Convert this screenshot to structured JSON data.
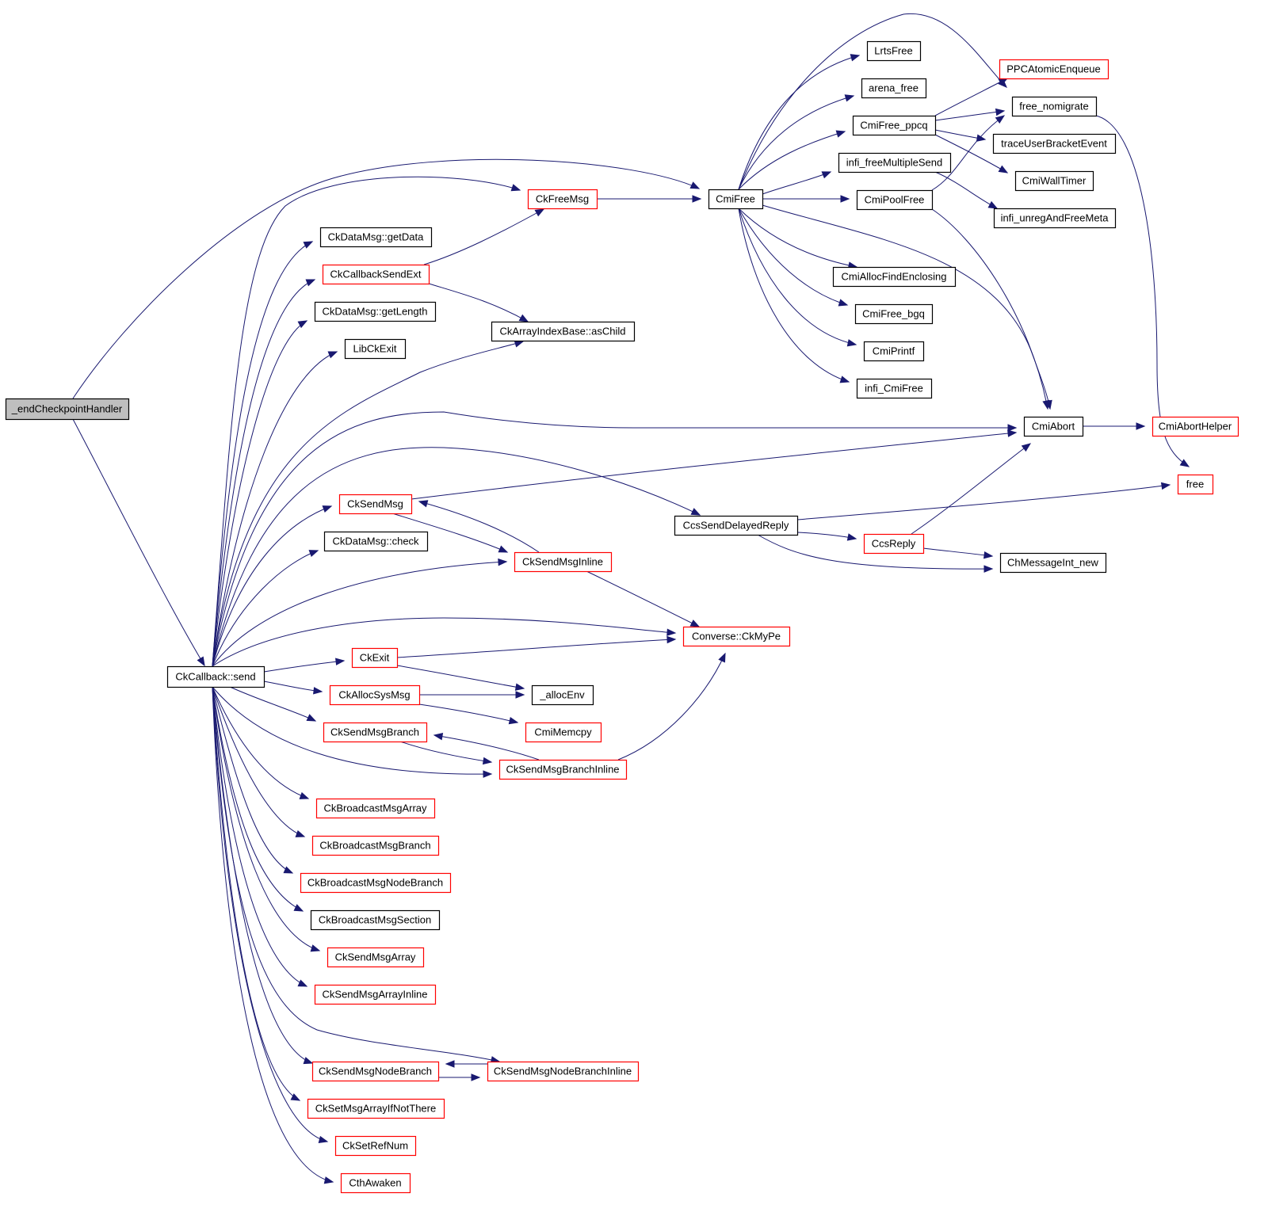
{
  "graph": {
    "title": "_endCheckpointHandler call graph",
    "colors": {
      "edge": "#191970",
      "documented_border": "#000000",
      "undocumented_border": "#ff0000",
      "root_fill": "#bfbfbf",
      "node_fill": "#ffffff"
    },
    "nodes": [
      {
        "id": "n_root",
        "label": "_endCheckpointHandler",
        "style": "root"
      },
      {
        "id": "n_cbsend",
        "label": "CkCallback::send",
        "style": "black"
      },
      {
        "id": "n_freemsg",
        "label": "CkFreeMsg",
        "style": "red"
      },
      {
        "id": "n_cmifree",
        "label": "CmiFree",
        "style": "black"
      },
      {
        "id": "n_getdata",
        "label": "CkDataMsg::getData",
        "style": "black"
      },
      {
        "id": "n_cbsendext",
        "label": "CkCallbackSendExt",
        "style": "red"
      },
      {
        "id": "n_getlength",
        "label": "CkDataMsg::getLength",
        "style": "black"
      },
      {
        "id": "n_aschild",
        "label": "CkArrayIndexBase::asChild",
        "style": "black"
      },
      {
        "id": "n_libckexit",
        "label": "LibCkExit",
        "style": "black"
      },
      {
        "id": "n_lrtsfree",
        "label": "LrtsFree",
        "style": "black"
      },
      {
        "id": "n_arenafree",
        "label": "arena_free",
        "style": "black"
      },
      {
        "id": "n_ppcq",
        "label": "CmiFree_ppcq",
        "style": "black"
      },
      {
        "id": "n_ppcenq",
        "label": "PPCAtomicEnqueue",
        "style": "red"
      },
      {
        "id": "n_freenomig",
        "label": "free_nomigrate",
        "style": "black"
      },
      {
        "id": "n_tracebracket",
        "label": "traceUserBracketEvent",
        "style": "black"
      },
      {
        "id": "n_walltimer",
        "label": "CmiWallTimer",
        "style": "black"
      },
      {
        "id": "n_freemulti",
        "label": "infi_freeMultipleSend",
        "style": "black"
      },
      {
        "id": "n_poolfree",
        "label": "CmiPoolFree",
        "style": "black"
      },
      {
        "id": "n_unregfree",
        "label": "infi_unregAndFreeMeta",
        "style": "black"
      },
      {
        "id": "n_allocfind",
        "label": "CmiAllocFindEnclosing",
        "style": "black"
      },
      {
        "id": "n_freebgq",
        "label": "CmiFree_bgq",
        "style": "black"
      },
      {
        "id": "n_cmiprintf",
        "label": "CmiPrintf",
        "style": "black"
      },
      {
        "id": "n_inficmifree",
        "label": "infi_CmiFree",
        "style": "black"
      },
      {
        "id": "n_cmiabort",
        "label": "CmiAbort",
        "style": "black"
      },
      {
        "id": "n_aborthelper",
        "label": "CmiAbortHelper",
        "style": "red"
      },
      {
        "id": "n_free",
        "label": "free",
        "style": "red"
      },
      {
        "id": "n_cksendmsg",
        "label": "CkSendMsg",
        "style": "red"
      },
      {
        "id": "n_ccsdelayed",
        "label": "CcsSendDelayedReply",
        "style": "black"
      },
      {
        "id": "n_check",
        "label": "CkDataMsg::check",
        "style": "black"
      },
      {
        "id": "n_sendmsginline",
        "label": "CkSendMsgInline",
        "style": "red"
      },
      {
        "id": "n_ccsreply",
        "label": "CcsReply",
        "style": "red"
      },
      {
        "id": "n_chmsgnew",
        "label": "ChMessageInt_new",
        "style": "black"
      },
      {
        "id": "n_mype",
        "label": "Converse::CkMyPe",
        "style": "red"
      },
      {
        "id": "n_ckexit",
        "label": "CkExit",
        "style": "red"
      },
      {
        "id": "n_allocenv",
        "label": "_allocEnv",
        "style": "black"
      },
      {
        "id": "n_allocsys",
        "label": "CkAllocSysMsg",
        "style": "red"
      },
      {
        "id": "n_memcpy",
        "label": "CmiMemcpy",
        "style": "red"
      },
      {
        "id": "n_sendbranch",
        "label": "CkSendMsgBranch",
        "style": "red"
      },
      {
        "id": "n_sendbranchinline",
        "label": "CkSendMsgBranchInline",
        "style": "red"
      },
      {
        "id": "n_bcastarray",
        "label": "CkBroadcastMsgArray",
        "style": "red"
      },
      {
        "id": "n_bcastbranch",
        "label": "CkBroadcastMsgBranch",
        "style": "red"
      },
      {
        "id": "n_bcastnodebranch",
        "label": "CkBroadcastMsgNodeBranch",
        "style": "red"
      },
      {
        "id": "n_bcastsection",
        "label": "CkBroadcastMsgSection",
        "style": "black"
      },
      {
        "id": "n_sendarray",
        "label": "CkSendMsgArray",
        "style": "red"
      },
      {
        "id": "n_sendarrayinline",
        "label": "CkSendMsgArrayInline",
        "style": "red"
      },
      {
        "id": "n_sendnodebranch",
        "label": "CkSendMsgNodeBranch",
        "style": "red"
      },
      {
        "id": "n_sendnodebranchinline",
        "label": "CkSendMsgNodeBranchInline",
        "style": "red"
      },
      {
        "id": "n_setmsgarray",
        "label": "CkSetMsgArrayIfNotThere",
        "style": "red"
      },
      {
        "id": "n_setrefnum",
        "label": "CkSetRefNum",
        "style": "red"
      },
      {
        "id": "n_cthawaken",
        "label": "CthAwaken",
        "style": "red"
      }
    ],
    "edges": [
      [
        "n_root",
        "n_cmifree"
      ],
      [
        "n_root",
        "n_cbsend"
      ],
      [
        "n_cbsend",
        "n_freemsg"
      ],
      [
        "n_cbsend",
        "n_getdata"
      ],
      [
        "n_cbsend",
        "n_cbsendext"
      ],
      [
        "n_cbsend",
        "n_getlength"
      ],
      [
        "n_cbsend",
        "n_libckexit"
      ],
      [
        "n_cbsend",
        "n_aschild"
      ],
      [
        "n_cbsend",
        "n_cmiabort"
      ],
      [
        "n_cbsend",
        "n_ccsdelayed"
      ],
      [
        "n_cbsend",
        "n_cksendmsg"
      ],
      [
        "n_cbsend",
        "n_check"
      ],
      [
        "n_cbsend",
        "n_sendmsginline"
      ],
      [
        "n_cbsend",
        "n_mype"
      ],
      [
        "n_cbsend",
        "n_ckexit"
      ],
      [
        "n_cbsend",
        "n_allocsys"
      ],
      [
        "n_cbsend",
        "n_sendbranch"
      ],
      [
        "n_cbsend",
        "n_sendbranchinline"
      ],
      [
        "n_cbsend",
        "n_bcastarray"
      ],
      [
        "n_cbsend",
        "n_bcastbranch"
      ],
      [
        "n_cbsend",
        "n_bcastnodebranch"
      ],
      [
        "n_cbsend",
        "n_bcastsection"
      ],
      [
        "n_cbsend",
        "n_sendarray"
      ],
      [
        "n_cbsend",
        "n_sendarrayinline"
      ],
      [
        "n_cbsend",
        "n_sendnodebranch"
      ],
      [
        "n_cbsend",
        "n_sendnodebranchinline"
      ],
      [
        "n_cbsend",
        "n_setmsgarray"
      ],
      [
        "n_cbsend",
        "n_setrefnum"
      ],
      [
        "n_cbsend",
        "n_cthawaken"
      ],
      [
        "n_freemsg",
        "n_cmifree"
      ],
      [
        "n_cbsendext",
        "n_freemsg"
      ],
      [
        "n_cbsendext",
        "n_aschild"
      ],
      [
        "n_cmifree",
        "n_lrtsfree"
      ],
      [
        "n_cmifree",
        "n_arenafree"
      ],
      [
        "n_cmifree",
        "n_ppcq"
      ],
      [
        "n_cmifree",
        "n_freemulti"
      ],
      [
        "n_cmifree",
        "n_poolfree"
      ],
      [
        "n_cmifree",
        "n_allocfind"
      ],
      [
        "n_cmifree",
        "n_freebgq"
      ],
      [
        "n_cmifree",
        "n_cmiprintf"
      ],
      [
        "n_cmifree",
        "n_inficmifree"
      ],
      [
        "n_cmifree",
        "n_cmiabort"
      ],
      [
        "n_cmifree",
        "n_freenomig"
      ],
      [
        "n_ppcq",
        "n_ppcenq"
      ],
      [
        "n_ppcq",
        "n_freenomig"
      ],
      [
        "n_ppcq",
        "n_tracebracket"
      ],
      [
        "n_ppcq",
        "n_walltimer"
      ],
      [
        "n_freemulti",
        "n_unregfree"
      ],
      [
        "n_poolfree",
        "n_freenomig"
      ],
      [
        "n_poolfree",
        "n_cmiabort"
      ],
      [
        "n_freenomig",
        "n_free"
      ],
      [
        "n_cmiabort",
        "n_aborthelper"
      ],
      [
        "n_cksendmsg",
        "n_cmiabort"
      ],
      [
        "n_cksendmsg",
        "n_sendmsginline"
      ],
      [
        "n_sendmsginline",
        "n_cksendmsg"
      ],
      [
        "n_sendmsginline",
        "n_mype"
      ],
      [
        "n_ccsdelayed",
        "n_free"
      ],
      [
        "n_ccsdelayed",
        "n_ccsreply"
      ],
      [
        "n_ccsdelayed",
        "n_chmsgnew"
      ],
      [
        "n_ccsreply",
        "n_cmiabort"
      ],
      [
        "n_ccsreply",
        "n_chmsgnew"
      ],
      [
        "n_ckexit",
        "n_mype"
      ],
      [
        "n_ckexit",
        "n_allocenv"
      ],
      [
        "n_allocsys",
        "n_allocenv"
      ],
      [
        "n_allocsys",
        "n_memcpy"
      ],
      [
        "n_sendbranch",
        "n_sendbranchinline"
      ],
      [
        "n_sendbranchinline",
        "n_sendbranch"
      ],
      [
        "n_sendbranchinline",
        "n_mype"
      ],
      [
        "n_sendnodebranch",
        "n_sendnodebranchinline"
      ],
      [
        "n_sendnodebranchinline",
        "n_sendnodebranch"
      ]
    ]
  }
}
